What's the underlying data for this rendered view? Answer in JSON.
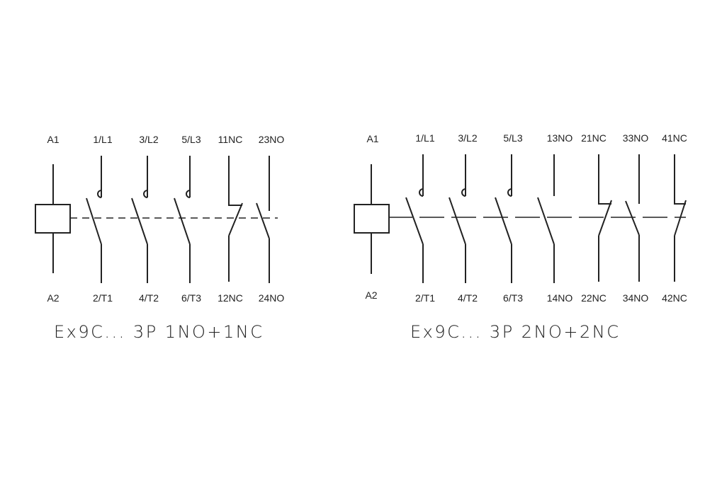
{
  "diagrams": [
    {
      "title": "Ex9C... 3P 1NO+1NC",
      "top_labels": [
        "A1",
        "1/L1",
        "3/L2",
        "5/L3",
        "11NC",
        "23NO"
      ],
      "bottom_labels": [
        "A2",
        "2/T1",
        "4/T2",
        "6/T3",
        "12NC",
        "24NO"
      ]
    },
    {
      "title": "Ex9C... 3P 2NO+2NC",
      "top_labels": [
        "A1",
        "1/L1",
        "3/L2",
        "5/L3",
        "13NO",
        "21NC",
        "33NO",
        "41NC"
      ],
      "bottom_labels": [
        "A2",
        "2/T1",
        "4/T2",
        "6/T3",
        "14NO",
        "22NC",
        "34NO",
        "42NC"
      ]
    }
  ]
}
